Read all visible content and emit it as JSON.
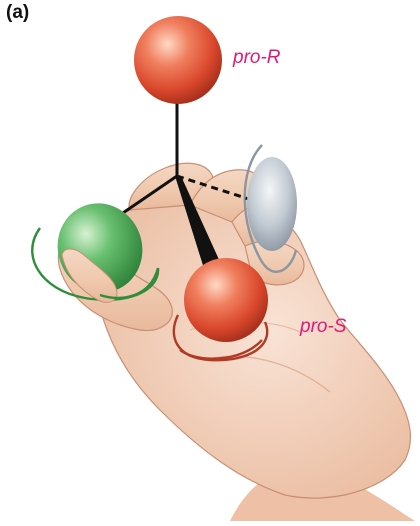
{
  "figure": {
    "panel_label": "(a)",
    "labels": {
      "pro_r": "pro-R",
      "pro_s": "pro-S"
    },
    "colors": {
      "pro_r_sphere": "#e0563b",
      "pro_s_sphere": "#e0563b",
      "green_sphere": "#3aa04a",
      "gray_sphere": "#b9c2cc",
      "label_magenta": "#e0197a",
      "skin": "#f1cdb6"
    }
  }
}
